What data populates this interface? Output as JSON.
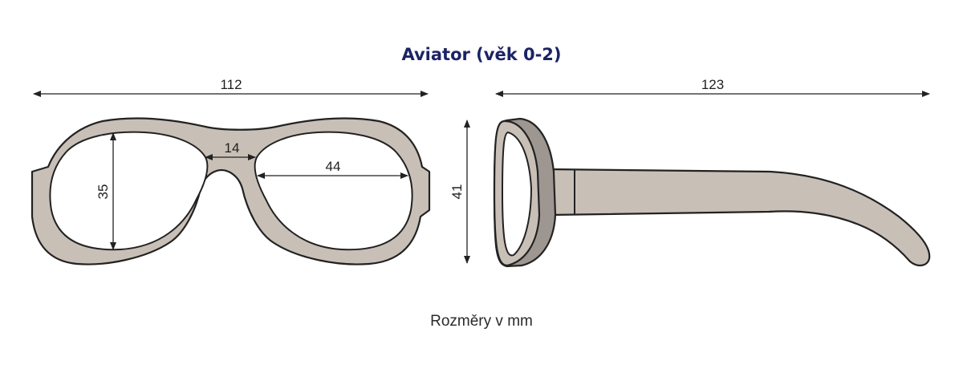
{
  "title": "Aviator (věk 0-2)",
  "caption": "Rozměry v mm",
  "dimensions": {
    "front_width": "112",
    "bridge": "14",
    "lens_width": "44",
    "lens_height": "35",
    "side_height": "41",
    "temple_length": "123"
  },
  "colors": {
    "title": "#1c2364",
    "frame_fill": "#c8bfb6",
    "frame_shadow": "#9e9690",
    "line": "#222222"
  }
}
